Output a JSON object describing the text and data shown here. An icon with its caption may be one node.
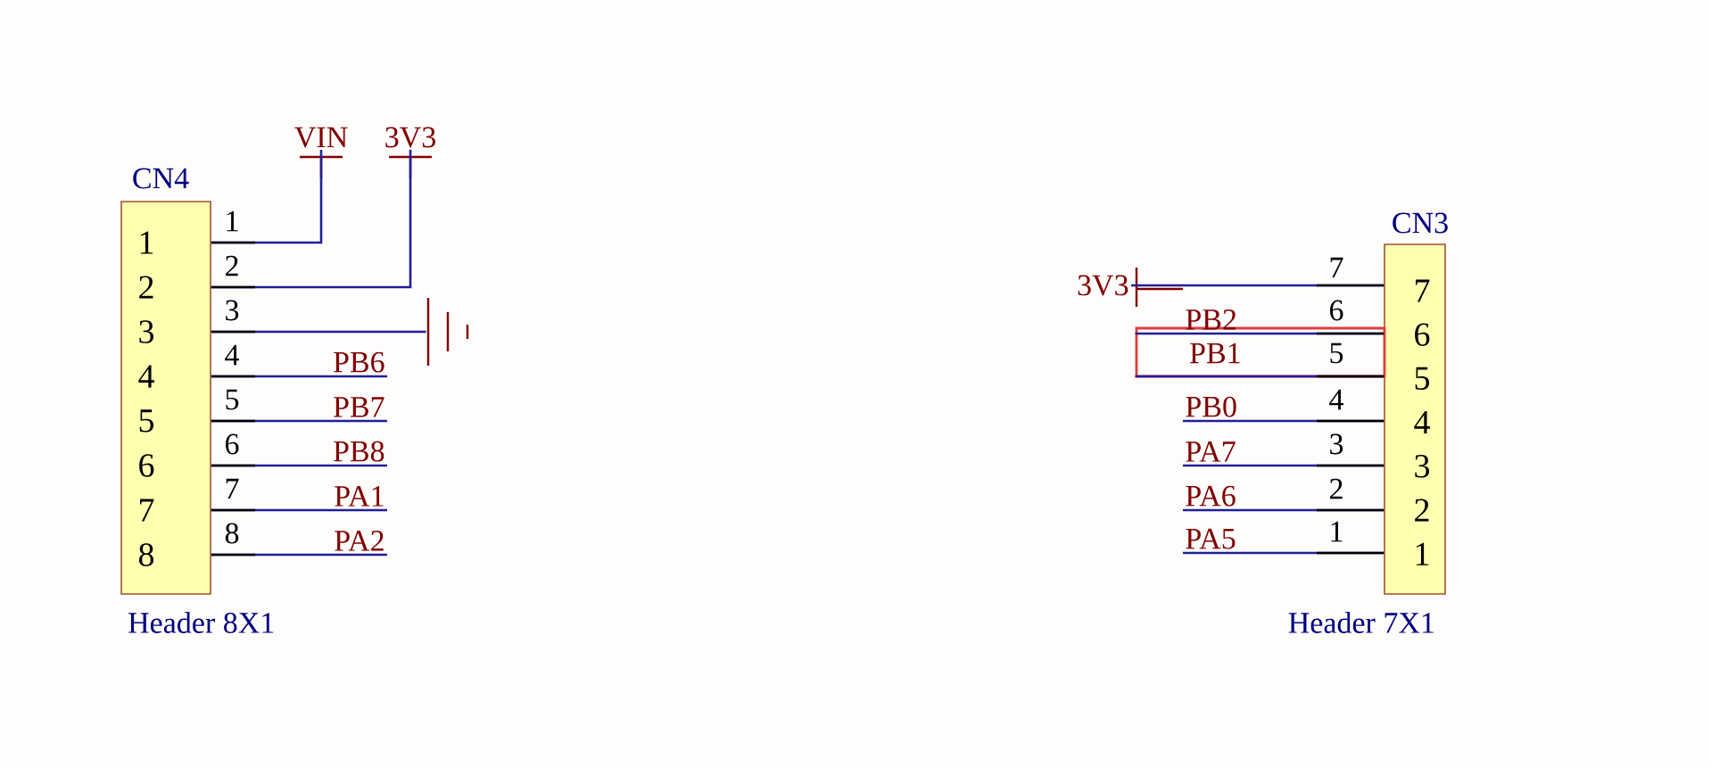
{
  "diagram": {
    "nodes": [
      {
        "text": [
          "CN4",
          "1",
          "2",
          "3",
          "4",
          "5",
          "6",
          "7",
          "8"
        ],
        "beside": [
          "Header 8X1"
        ]
      },
      {
        "text": [
          "VIN"
        ]
      },
      {
        "text": [
          "3V3"
        ]
      },
      {
        "text": [],
        "shape": "ground"
      },
      {
        "text": [
          "CN3",
          "7",
          "6",
          "5",
          "4",
          "3",
          "2",
          "1"
        ],
        "beside": [
          "Header 7X1"
        ]
      },
      {
        "text": [
          "3V3"
        ]
      },
      {
        "text": [
          "PB1",
          "5"
        ]
      }
    ],
    "edges": [
      {
        "from": 0,
        "to": 1,
        "arrow": "none"
      },
      {
        "from": 0,
        "to": 2,
        "arrow": "none"
      },
      {
        "from": 0,
        "to": 3,
        "arrow": "none"
      },
      {
        "from": 0,
        "to": null,
        "arrow": "none",
        "label": "PB6"
      },
      {
        "from": 0,
        "to": null,
        "arrow": "none",
        "label": "PB7"
      },
      {
        "from": 0,
        "to": null,
        "arrow": "none",
        "label": "PB8"
      },
      {
        "from": 0,
        "to": null,
        "arrow": "none",
        "label": "PA1"
      },
      {
        "from": 0,
        "to": null,
        "arrow": "none",
        "label": "PA2"
      },
      {
        "from": 4,
        "to": 5,
        "arrow": "none"
      },
      {
        "from": 4,
        "to": 6,
        "arrow": "none",
        "label": "PB2"
      },
      {
        "from": 4,
        "to": 6,
        "arrow": "none"
      },
      {
        "from": 4,
        "to": null,
        "arrow": "none",
        "label": "PB0"
      },
      {
        "from": 4,
        "to": null,
        "arrow": "none",
        "label": "PA7"
      },
      {
        "from": 4,
        "to": null,
        "arrow": "none",
        "label": "PA6"
      },
      {
        "from": 4,
        "to": null,
        "arrow": "none",
        "label": "PA5"
      }
    ],
    "labels": [
      "1",
      "2",
      "3",
      "4",
      "5",
      "6",
      "7",
      "8",
      "7",
      "6",
      "4",
      "3",
      "2",
      "1"
    ]
  }
}
